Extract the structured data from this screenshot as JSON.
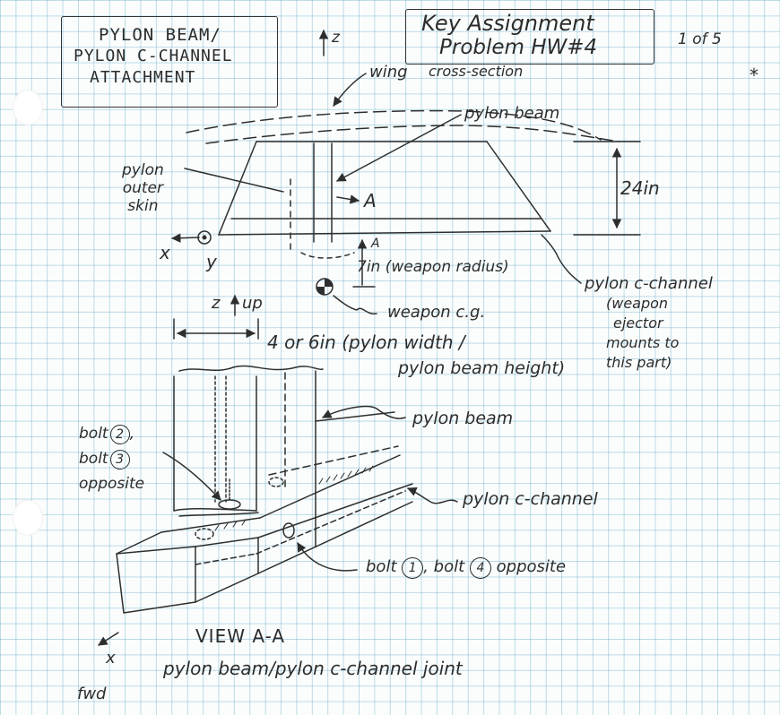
{
  "title_box": {
    "line1": "PYLON BEAM/",
    "line2": "PYLON C-CHANNEL",
    "line3": "ATTACHMENT"
  },
  "problem_box": {
    "line1": "Key Assignment",
    "line2": "Problem HW#4"
  },
  "page_number": "1 of 5",
  "star": "*",
  "axis_z": "z",
  "cross_section": {
    "wing": "wing",
    "wing_note": "cross-section",
    "pylon_beam": "pylon beam",
    "pylon_outer_skin": [
      "pylon",
      "outer",
      "skin"
    ],
    "section_mark": "A",
    "section_mark_lower": "A",
    "height": "24in",
    "axis_x": "x",
    "axis_y": "y",
    "weapon_radius": "7in (weapon radius)",
    "weapon_cg": "weapon c.g.",
    "pylon_c_channel": "pylon c-channel",
    "c_channel_note": [
      "(weapon",
      "ejector",
      "mounts to",
      "this part)"
    ]
  },
  "view_aa": {
    "z_up": "z",
    "up": "up",
    "width_note_1": "4 or 6in (pylon width /",
    "width_note_2": "pylon beam height)",
    "pylon_beam": "pylon beam",
    "bolt_left": [
      "bolt",
      "2",
      ",",
      "bolt",
      "3",
      "opposite"
    ],
    "pylon_c_channel": "pylon c-channel",
    "bolt_bottom": [
      "bolt",
      "1",
      ", bolt",
      "4",
      "opposite"
    ],
    "view_label": "VIEW A-A",
    "caption": "pylon beam/pylon c-channel joint",
    "fwd": "fwd",
    "x_label": "x"
  },
  "colors": {
    "ink": "#2c2c2c",
    "grid": "#6eafc8",
    "paper": "#fbfdfd"
  }
}
